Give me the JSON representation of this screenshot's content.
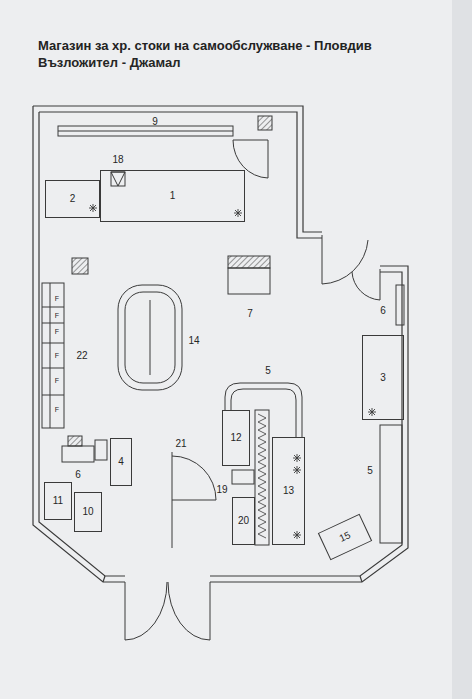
{
  "diagram": {
    "title": "Магазин за хр. стоки на самообслужване - Пловдив",
    "nodes": [
      {
        "text": [
          "1"
        ]
      },
      {
        "text": [
          "2"
        ]
      },
      {
        "text": [
          "3"
        ]
      },
      {
        "text": [
          "4"
        ]
      },
      {
        "text": [
          "10"
        ]
      },
      {
        "text": [
          "11"
        ]
      },
      {
        "text": [
          "12"
        ]
      },
      {
        "text": [
          "13"
        ]
      },
      {
        "text": [
          "15"
        ]
      },
      {
        "text": [
          "20"
        ]
      }
    ],
    "labels": [
      "Възложител - Джамал",
      "9",
      "18",
      "22",
      "F",
      "F",
      "F",
      "F",
      "F",
      "F",
      "14",
      "7",
      "6",
      "5",
      "5",
      "21",
      "6",
      "19"
    ]
  }
}
